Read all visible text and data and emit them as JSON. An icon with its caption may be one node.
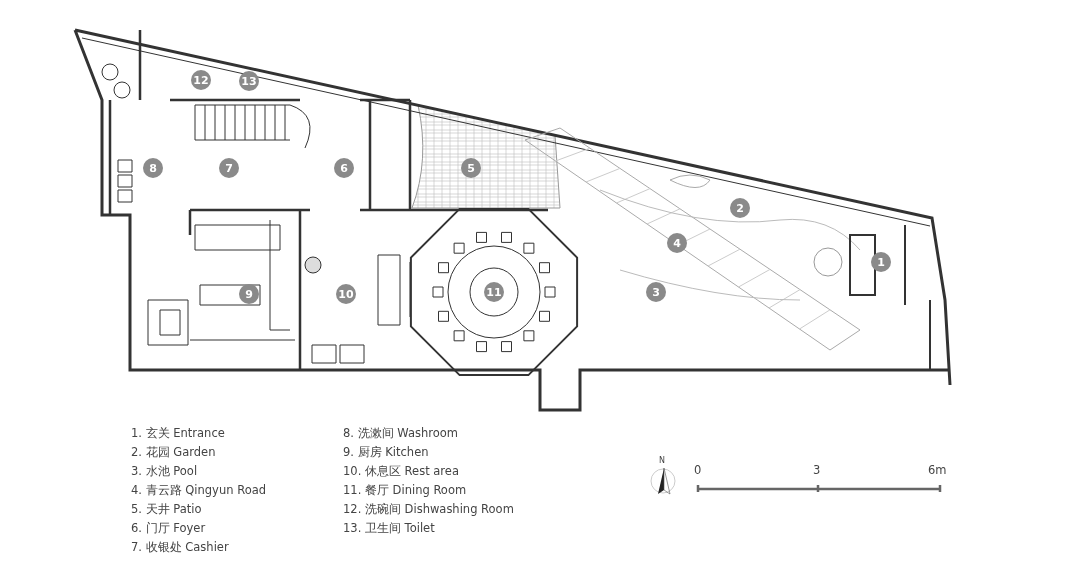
{
  "diagram": {
    "nodes": [
      {
        "text": [
          "1"
        ]
      },
      {
        "text": [
          "2"
        ]
      },
      {
        "text": [
          "3"
        ]
      },
      {
        "text": [
          "4"
        ]
      },
      {
        "text": [
          "5"
        ]
      },
      {
        "text": [
          "6"
        ]
      },
      {
        "text": [
          "7"
        ]
      },
      {
        "text": [
          "8"
        ]
      },
      {
        "text": [
          "9"
        ]
      },
      {
        "text": [
          "10"
        ]
      },
      {
        "text": [
          "11"
        ]
      },
      {
        "text": [
          "12"
        ]
      },
      {
        "text": [
          "13"
        ]
      }
    ],
    "labels": [
      "1. 玄关  Entrance",
      "2. 花园  Garden",
      "3. 水池 Pool",
      "4. 青云路  Qingyun Road",
      "5. 天井 Patio",
      "6. 门厅 Foyer",
      "7. 收银处 Cashier",
      "8. 洗漱间  Washroom",
      "9. 厨房  Kitchen",
      "10. 休息区  Rest area",
      "11. 餐厅  Dining Room",
      "12. 洗碗间 Dishwashing Room",
      "13. 卫生间 Toilet",
      "N",
      "0",
      "3",
      "6m"
    ]
  }
}
